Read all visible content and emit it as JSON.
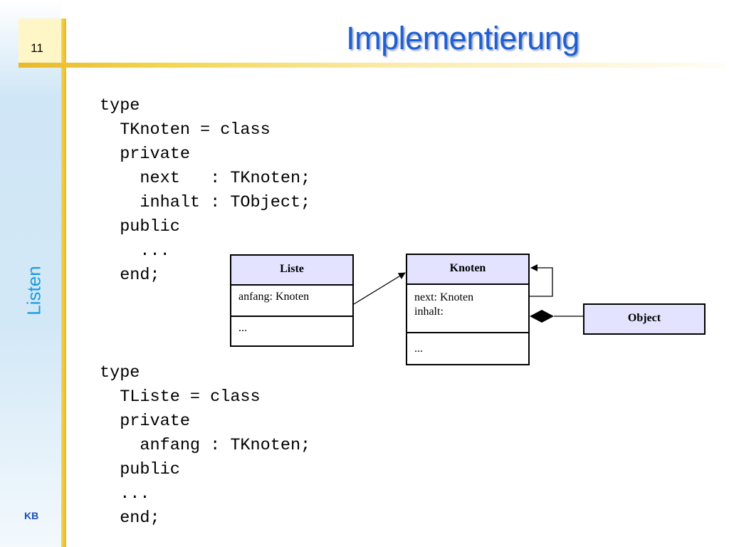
{
  "slide": {
    "number": "11",
    "title": "Implementierung",
    "section": "Listen",
    "author": "KB"
  },
  "code_block_1": [
    "type",
    "  TKnoten = class",
    "  private",
    "    next   : TKnoten;",
    "    inhalt : TObject;",
    "  public",
    "    ...",
    "  end;"
  ],
  "code_block_2": [
    "type",
    "  TListe = class",
    "  private",
    "    anfang : TKnoten;",
    "  public",
    "  ...",
    "  end;"
  ],
  "uml": {
    "liste": {
      "name": "Liste",
      "attributes": [
        "anfang: Knoten"
      ],
      "operations": "..."
    },
    "knoten": {
      "name": "Knoten",
      "attributes": [
        "next: Knoten",
        "inhalt:"
      ],
      "operations": "..."
    },
    "object": {
      "name": "Object"
    }
  },
  "colors": {
    "title": "#1f5fd1",
    "section_label": "#1a9be0",
    "accent_bar": "#f3d54e",
    "class_header": "#e3e3ff"
  }
}
